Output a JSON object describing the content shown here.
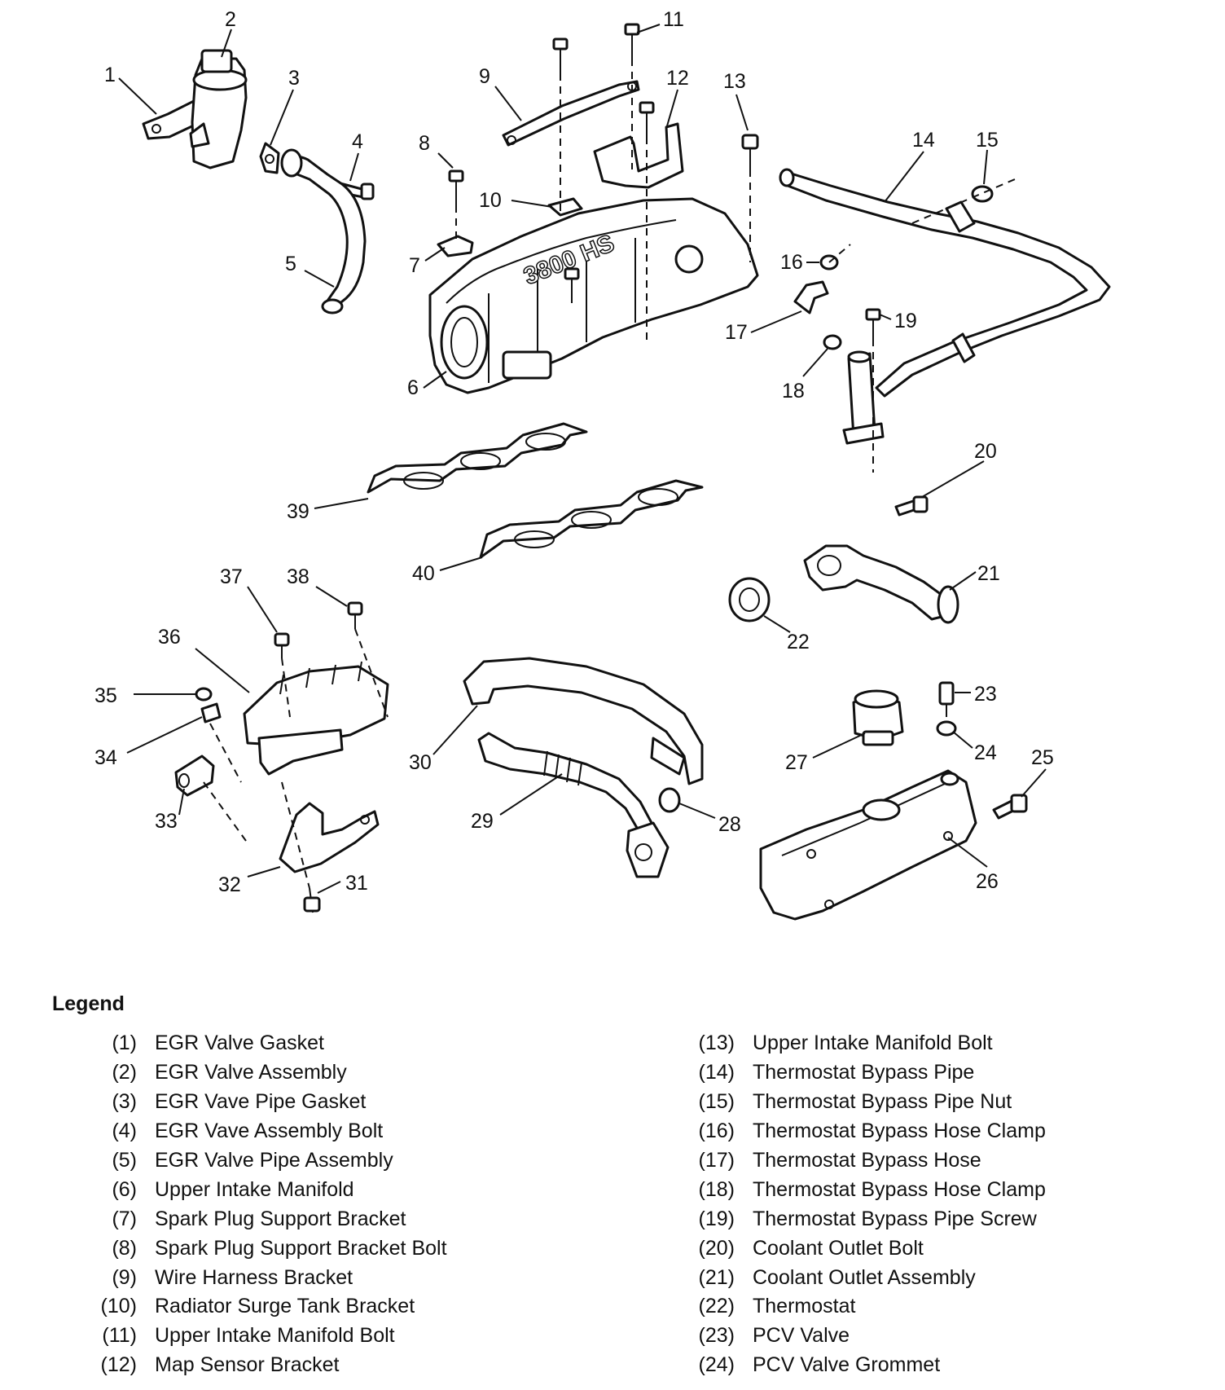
{
  "diagram": {
    "emboss_text": "3800 HS",
    "callouts": [
      "1",
      "2",
      "3",
      "4",
      "5",
      "6",
      "7",
      "8",
      "9",
      "10",
      "11",
      "12",
      "13",
      "14",
      "15",
      "16",
      "17",
      "18",
      "19",
      "20",
      "21",
      "22",
      "23",
      "24",
      "25",
      "26",
      "27",
      "28",
      "29",
      "30",
      "31",
      "32",
      "33",
      "34",
      "35",
      "36",
      "37",
      "38",
      "39",
      "40"
    ]
  },
  "legend": {
    "title": "Legend",
    "left": [
      {
        "num": "(1)",
        "label": "EGR Valve Gasket"
      },
      {
        "num": "(2)",
        "label": "EGR Valve Assembly"
      },
      {
        "num": "(3)",
        "label": "EGR Vave Pipe Gasket"
      },
      {
        "num": "(4)",
        "label": "EGR Vave Assembly Bolt"
      },
      {
        "num": "(5)",
        "label": "EGR Valve Pipe Assembly"
      },
      {
        "num": "(6)",
        "label": "Upper Intake Manifold"
      },
      {
        "num": "(7)",
        "label": "Spark Plug Support Bracket"
      },
      {
        "num": "(8)",
        "label": "Spark Plug Support Bracket Bolt"
      },
      {
        "num": "(9)",
        "label": "Wire Harness Bracket"
      },
      {
        "num": "(10)",
        "label": "Radiator Surge Tank Bracket"
      },
      {
        "num": "(11)",
        "label": "Upper Intake Manifold Bolt"
      },
      {
        "num": "(12)",
        "label": "Map Sensor Bracket"
      }
    ],
    "right": [
      {
        "num": "(13)",
        "label": "Upper Intake Manifold Bolt"
      },
      {
        "num": "(14)",
        "label": "Thermostat Bypass Pipe"
      },
      {
        "num": "(15)",
        "label": "Thermostat Bypass Pipe Nut"
      },
      {
        "num": "(16)",
        "label": "Thermostat Bypass Hose Clamp"
      },
      {
        "num": "(17)",
        "label": "Thermostat Bypass Hose"
      },
      {
        "num": "(18)",
        "label": "Thermostat Bypass Hose Clamp"
      },
      {
        "num": "(19)",
        "label": "Thermostat Bypass Pipe Screw"
      },
      {
        "num": "(20)",
        "label": "Coolant Outlet Bolt"
      },
      {
        "num": "(21)",
        "label": "Coolant Outlet Assembly"
      },
      {
        "num": "(22)",
        "label": "Thermostat"
      },
      {
        "num": "(23)",
        "label": "PCV Valve"
      },
      {
        "num": "(24)",
        "label": "PCV Valve Grommet"
      }
    ]
  }
}
